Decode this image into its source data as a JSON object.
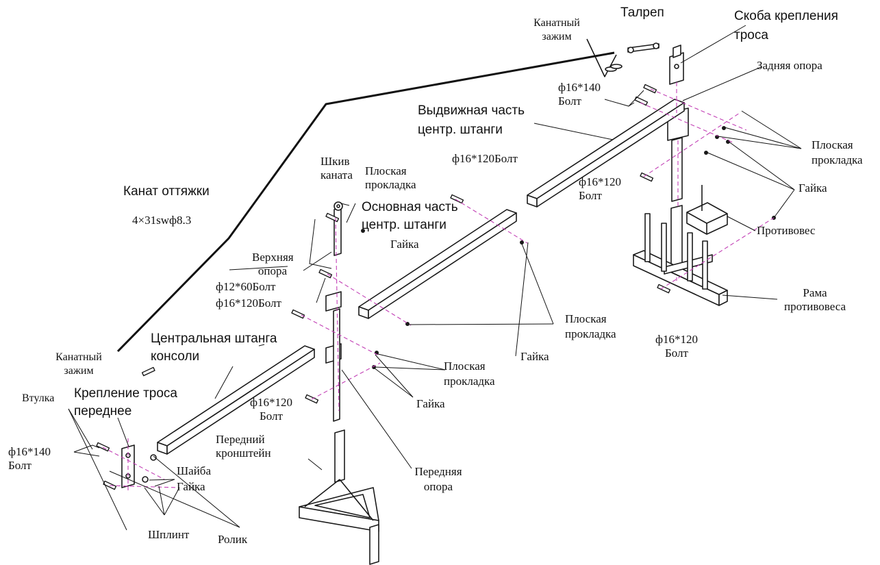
{
  "labels": {
    "turnbuckle": "Талреп",
    "rope_bracket": "Скоба крепления троса",
    "rope_clamp_top": "Канатный зажим",
    "rear_support": "Задняя опора",
    "bolt_16x140_top": "ф16*140 Болт",
    "sliding_part": "Выдвижная часть центр. штанги",
    "flat_washer_right": "Плоская прокладка",
    "nut_right": "Гайка",
    "bolt_16x120_top": "ф16*120Болт",
    "bolt_16x120_mid": "ф16*120 Болт",
    "counterweight": "Противовес",
    "rope_pulley": "Шкив каната",
    "flat_washer_top": "Плоская прокладка",
    "guy_rope": "Канат оттяжки",
    "rope_spec": "4×31swф8.3",
    "main_part": "Основная часть центр. штанги",
    "nut_top": "Гайка",
    "upper_support": "Верхняя опора",
    "bolt_12x60": "ф12*60Болт",
    "bolt_16x120_left": "ф16*120Болт",
    "cw_frame": "Рама противовеса",
    "flat_washer_center": "Плоская прокладка",
    "bolt_16x120_cw": "ф16*120 Болт",
    "nut_center": "Гайка",
    "central_beam": "Центральная штанга консоли",
    "rope_clamp_bottom": "Канатный зажим",
    "flat_washer_lower": "Плоская прокладка",
    "bolt_16x120_lower": "ф16*120 Болт",
    "nut_lower": "Гайка",
    "bushing": "Втулка",
    "front_rope_mount": "Крепление троса переднее",
    "bolt_16x140_left": "ф16*140 Болт",
    "front_bracket": "Передний кронштейн",
    "washer": "Шайба",
    "nut_front": "Гайка",
    "front_support": "Передняя опора",
    "cotter_pin": "Шплинт",
    "roller": "Ролик"
  },
  "colors": {
    "ink": "#111111",
    "axis": "#c23fb5"
  }
}
